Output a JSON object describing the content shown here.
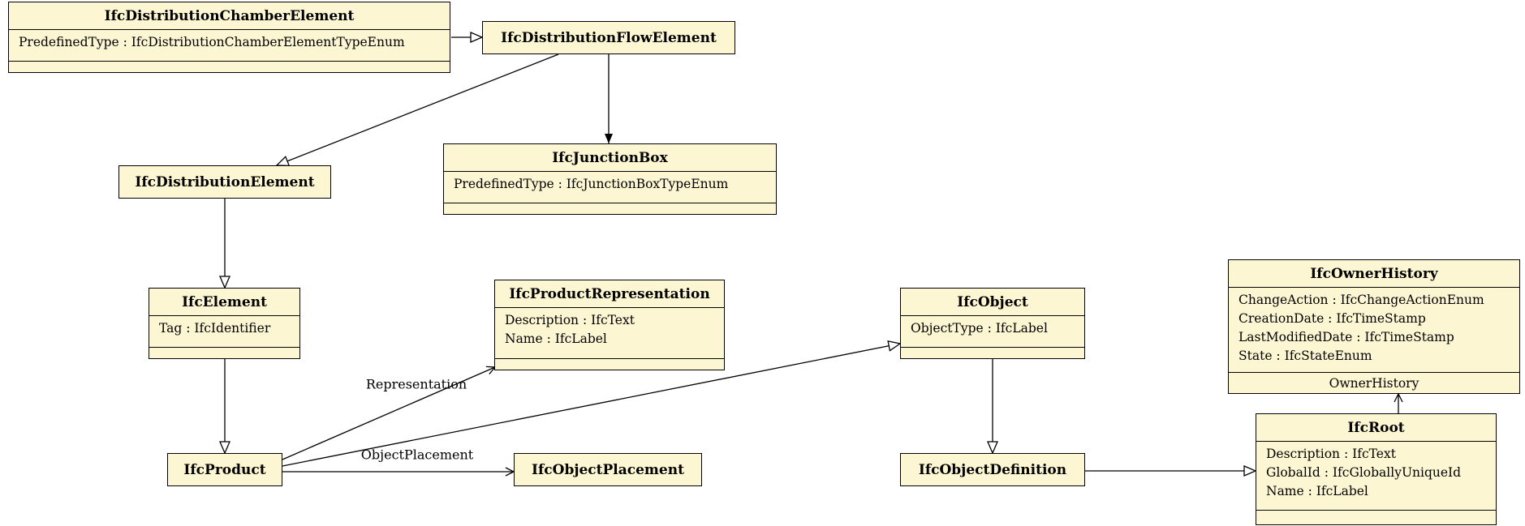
{
  "diagram": {
    "kind": "uml-class-diagram",
    "background": "#ffffff",
    "box_fill": "#fdf6d3",
    "box_border": "#000000"
  },
  "classes": [
    {
      "name": "IfcDistributionChamberElement",
      "attributes": [
        "PredefinedType : IfcDistributionChamberElementTypeEnum"
      ]
    },
    {
      "name": "IfcDistributionFlowElement",
      "attributes": []
    },
    {
      "name": "IfcJunctionBox",
      "attributes": [
        "PredefinedType : IfcJunctionBoxTypeEnum"
      ]
    },
    {
      "name": "IfcDistributionElement",
      "attributes": []
    },
    {
      "name": "IfcElement",
      "attributes": [
        "Tag : IfcIdentifier"
      ]
    },
    {
      "name": "IfcProductRepresentation",
      "attributes": [
        "Description : IfcText",
        "Name : IfcLabel"
      ]
    },
    {
      "name": "IfcObject",
      "attributes": [
        "ObjectType : IfcLabel"
      ]
    },
    {
      "name": "IfcOwnerHistory",
      "attributes": [
        "ChangeAction : IfcChangeActionEnum",
        "CreationDate : IfcTimeStamp",
        "LastModifiedDate : IfcTimeStamp",
        "State : IfcStateEnum"
      ],
      "footer": "OwnerHistory"
    },
    {
      "name": "IfcProduct",
      "attributes": []
    },
    {
      "name": "IfcObjectPlacement",
      "attributes": []
    },
    {
      "name": "IfcObjectDefinition",
      "attributes": []
    },
    {
      "name": "IfcRoot",
      "attributes": [
        "Description : IfcText",
        "GlobalId : IfcGloballyUniqueId",
        "Name : IfcLabel"
      ]
    }
  ],
  "edge_labels": {
    "representation": "Representation",
    "object_placement": "ObjectPlacement"
  },
  "relationships": [
    {
      "from": "IfcDistributionChamberElement",
      "to": "IfcDistributionFlowElement",
      "type": "generalization"
    },
    {
      "from": "IfcDistributionFlowElement",
      "to": "IfcDistributionElement",
      "type": "generalization"
    },
    {
      "from": "IfcDistributionFlowElement",
      "to": "IfcJunctionBox",
      "type": "arrow"
    },
    {
      "from": "IfcDistributionElement",
      "to": "IfcElement",
      "type": "generalization"
    },
    {
      "from": "IfcElement",
      "to": "IfcProduct",
      "type": "generalization"
    },
    {
      "from": "IfcProduct",
      "to": "IfcProductRepresentation",
      "type": "association",
      "label": "Representation"
    },
    {
      "from": "IfcProduct",
      "to": "IfcObject",
      "type": "generalization"
    },
    {
      "from": "IfcProduct",
      "to": "IfcObjectPlacement",
      "type": "association",
      "label": "ObjectPlacement"
    },
    {
      "from": "IfcObject",
      "to": "IfcObjectDefinition",
      "type": "generalization"
    },
    {
      "from": "IfcObjectDefinition",
      "to": "IfcRoot",
      "type": "generalization"
    },
    {
      "from": "IfcRoot",
      "to": "IfcOwnerHistory",
      "type": "association",
      "label": "OwnerHistory"
    }
  ]
}
